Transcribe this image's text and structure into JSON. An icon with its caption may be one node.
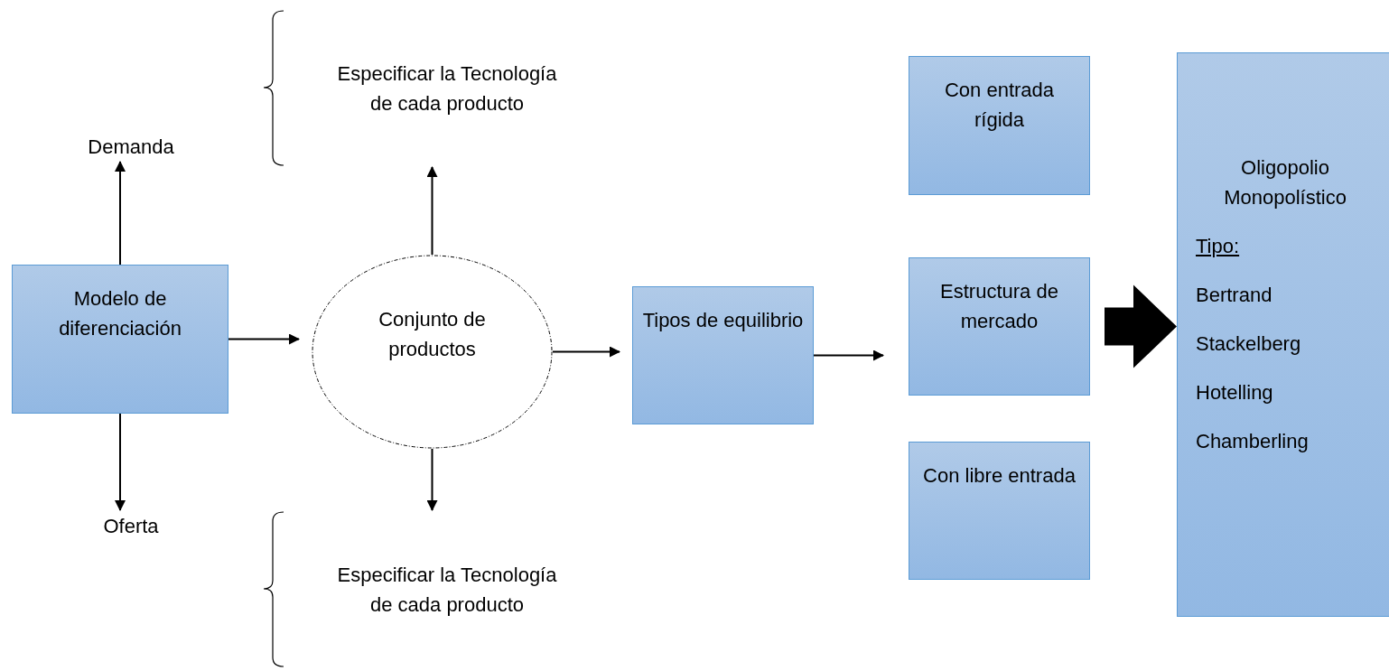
{
  "diagram": {
    "nodes": [
      {
        "text": [
          "Demanda"
        ]
      },
      {
        "text": [
          "Especificar la Tecnología de cada producto"
        ]
      },
      {
        "text": [
          "Modelo de diferenciación"
        ]
      },
      {
        "text": [
          "Conjunto de productos"
        ]
      },
      {
        "text": [
          "Oferta"
        ]
      },
      {
        "text": [
          "Especificar la Tecnología de cada producto"
        ]
      },
      {
        "text": [
          "Tipos de equilibrio"
        ]
      },
      {
        "text": [
          "Con entrada rígida"
        ]
      },
      {
        "text": [
          "Estructura de mercado"
        ]
      },
      {
        "text": [
          "Con libre entrada"
        ]
      },
      {
        "text": [
          "Oligopolio Monopolístico",
          "Tipo:",
          "Bertrand",
          "Stackelberg",
          "Hotelling",
          "Chamberling"
        ]
      }
    ],
    "edges": [
      {
        "from": 2,
        "to": 0,
        "arrow": "to"
      },
      {
        "from": 2,
        "to": 3,
        "arrow": "to"
      },
      {
        "from": 2,
        "to": 4,
        "arrow": "to"
      },
      {
        "from": 3,
        "to": 1,
        "arrow": "to"
      },
      {
        "from": 3,
        "to": 6,
        "arrow": "to"
      },
      {
        "from": 3,
        "to": 5,
        "arrow": "to"
      },
      {
        "from": 6,
        "to": 8,
        "arrow": "to"
      },
      {
        "from": 8,
        "to": 10,
        "arrow": "to",
        "style": "thick"
      }
    ]
  }
}
